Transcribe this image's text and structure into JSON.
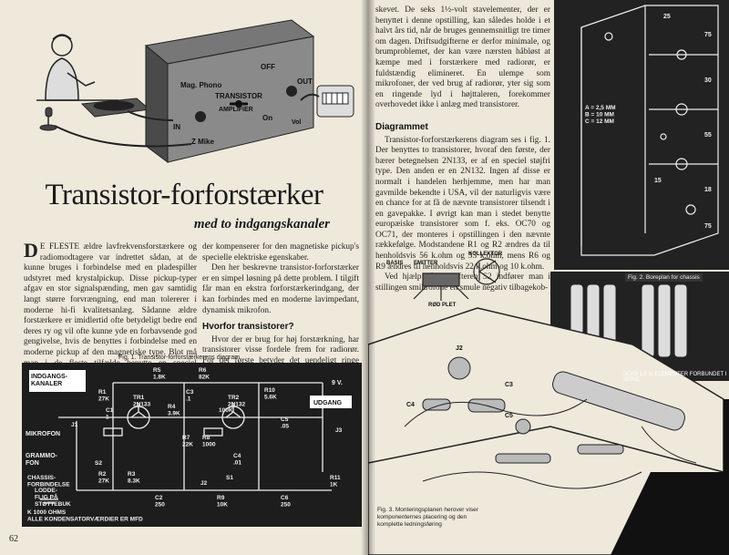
{
  "left_page": {
    "hero_labels": {
      "mag_phono": "Mag. Phono",
      "off": "OFF",
      "transistor": "TRANSISTOR",
      "amplifier": "AMPLIFIER",
      "in": "IN",
      "z_mike": "Z Mike",
      "on": "On",
      "out": "OUT",
      "vol": "Vol"
    },
    "title": "Transistor-forforstærker",
    "subtitle": "med to indgangskanaler",
    "col1": {
      "dropcap": "D",
      "text": "E FLESTE ældre lavfrekvensforstærkere og radiomodtagere var indrettet sådan, at de kunne bruges i forbindelse med en pladespiller udstyret med krystalpickup. Disse pickup-typer afgav en stor signalspænding, men gav samtidig langt større forvrængning, end man tolererer i moderne hi-fi kvalitetsanlæg. Sådanne ældre forstærkere er imidlertid ofte betydeligt bedre end deres ry og vil ofte kunne yde en forbavsende god gengivelse, hvis de benyttes i forbindelse med en moderne pickup af den magnetiske type. Blot må man i de fleste tilfælde benytte en speciel forforstærker kombineret med et korrektionsfilter,"
    },
    "col2": {
      "p1": "der kompenserer for den magnetiske pickup's specielle elektriske egenskaber.",
      "p2": "Den her beskrevne transistor-forforstærker er en simpel løsning på dette problem. I tilgift får man en ekstra forforstærkerindgang, der kan forbindes med en moderne lavimpedant, dynamisk mikrofon.",
      "heading": "Hvorfor transistorer?",
      "p3": "Hvor der er brug for høj forstærkning, har transistorer visse fordele frem for radiorør. For det første betyder det uendeligt ringe strømforbrug, at man med fordel kan spare udgifterne til en netdel og i stedet gøre forforstærkeren batteri-"
    },
    "fig1_caption": "Fig. 1. Transistor-forforstærkerens diagram",
    "schematic_labels": {
      "input_channels": "INDGANGS-\nKANALER",
      "mikrofon": "MIKROFON",
      "grammofon": "GRAMMO-\nFON",
      "chassis": "CHASSIS-\nFORBINDELSE",
      "loddeflig": "LODDE-\nFLIG PÅ\nSTØTTEBUK",
      "legend": "K   1000 OHMS\nALLE KONDENSATORVÆRDIER ER MFD",
      "output": "UDGANG",
      "voltage": "9 V.",
      "r1": "R1\n27K",
      "r2": "R2\n27K",
      "r3": "R3\n8.3K",
      "r4": "R4\n3.9K",
      "r5": "R5\n1.8K",
      "r6": "R6\n82K",
      "r7": "R7\n22K",
      "r8": "R8\n1000",
      "r9": "R9\n10K",
      "r10": "R10\n5.6K",
      "r11": "R11\n1K",
      "c1": "C1\n1",
      "c2": "C2\n250",
      "c3": "C3\n.1",
      "c4": "C4\n.01",
      "c5": "C5\n.05",
      "c6": "C6\n250",
      "tr1": "TR1\n2N133",
      "tr2": "TR2\n2N132",
      "s1": "S1",
      "s2": "S2",
      "j1": "J1",
      "j2": "J2",
      "j3": "J3",
      "pot": "100K"
    },
    "page_number": "62"
  },
  "right_page": {
    "col": {
      "p1": "skevet. De seks 1½-volt stavelementer, der er benyttet i denne opstilling, kan således holde i et halvt års tid, når de bruges gennemsnitligt tre timer om dagen. Driftsudgifterne er derfor minimale, og brumproblemet, der kan være nærsten håbløst at kæmpe med i forstærkere med radiorør, er fuldstændig elimineret. En ulempe som mikrofoner, der ved brug af radiorør, yter sig som en ringende lyd i højttaleren, forekommer overhovedet ikke i anlæg med transistorer.",
      "heading": "Diagrammet",
      "p2": "Transistor-forforstærkerens diagram ses i fig. 1. Der benyttes to transistorer, hvoraf den første, der bærer betegnelsen 2N133, er af en speciel støjfri type. Den anden er en 2N132. Ingen af disse er normalt i handelen herhjemme, men har man gavmilde bekendte i USA, vil der naturligvis være en chance for at få de nævnte transistorer tilsendt i en gavepakke. I øvrigt kan man i stedet benytte europæiske transistorer som f. eks. OC70 og OC71, der monteres i opstillingen i den nævnte rækkefølge. Modstandene R1 og R2 ændres da til henholdsvis 56 k.ohm og 33 k.ohm, mens R6 og R9 ændres til henholdsvis 22 k.ohm og 10 k.ohm.",
      "p3": "Ved hjælp af omskifteren S2 indfører man i stillingen smikrofone en smule negativ tilbagekob-"
    },
    "chassis_labels": {
      "dims": "A = 2,5 MM\nB = 10 MM\nC = 12 MM",
      "d1": "25",
      "d2": "75",
      "d3": "30",
      "d4": "55",
      "d5": "15",
      "d6": "18",
      "d7": "75"
    },
    "fig2_caption": "Fig. 2. Boreplan for chassis",
    "transistor_labels": {
      "basis": "BASIS",
      "emitter": "EMITTER",
      "kollektor": "KOLLEKTOR",
      "rod_plet": "RØD PLET"
    },
    "battery_caption": "SEKS 1,5 V. ELEMENTER FORBUNDET I SERIE",
    "fig3_caption": "Fig. 3. Monteringsplanen herover viser komponenternes placering og den komplette ledningsføring",
    "assembly_labels": {
      "j2": "J2",
      "c4": "C4",
      "c5": "C5",
      "c3": "C3"
    }
  }
}
